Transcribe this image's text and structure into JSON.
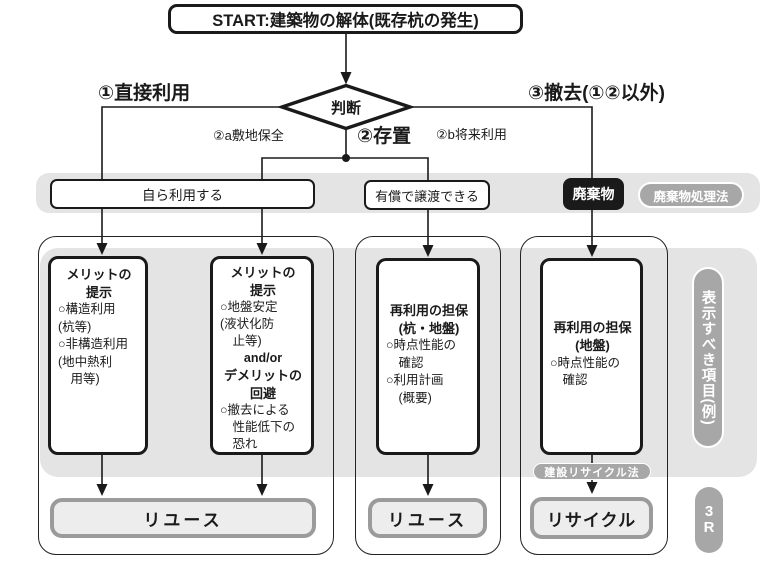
{
  "colors": {
    "line": "#1a1a1a",
    "gray_area": "#e4e4e4",
    "pill_gray": "#a7a7a7",
    "outcome_fill": "#ededed",
    "outcome_border": "#9b9b9b"
  },
  "start": {
    "label": "START:建築物の解体(既存杭の発生)"
  },
  "decision": {
    "label": "判断"
  },
  "branches": {
    "direct_use": "①直接利用",
    "leave_in_place": "②存置",
    "site_preservation": "②a敷地保全",
    "future_use": "②b将来利用",
    "removal": "③撤去(①②以外)"
  },
  "band": {
    "self_use": "自ら利用する",
    "paid_transfer": "有償で譲渡できる",
    "waste": "廃棄物",
    "waste_law": "廃棄物処理法"
  },
  "boxes": {
    "merit1": {
      "title": "メリットの\n提示",
      "body": "○構造利用\n(杭等)\n○非構造利用\n(地中熱利\n　用等)"
    },
    "merit2": {
      "title": "メリットの\n提示",
      "body1": "○地盤安定\n(液状化防\n　止等)",
      "andor": "and/or",
      "title2": "デメリットの\n回避",
      "body2": "○撤去による\n　性能低下の\n　恐れ"
    },
    "secure1": {
      "title": "再利用の担保\n(杭・地盤)",
      "body": "○時点性能の\n　確認\n○利用計画\n　(概要)"
    },
    "secure2": {
      "title": "再利用の担保\n(地盤)",
      "body": "○時点性能の\n　確認"
    }
  },
  "outcomes": {
    "reuse1": "リユース",
    "reuse2": "リユース",
    "recycle": "リサイクル"
  },
  "recycle_law": "建設リサイクル法",
  "side_label": "表示すべき項目(例)",
  "three_r": "3\nR"
}
